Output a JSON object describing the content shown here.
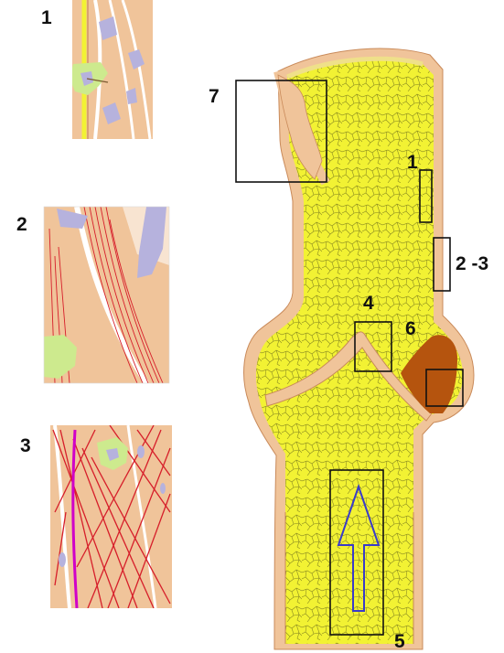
{
  "labels": {
    "inset_1": "1",
    "inset_2": "2",
    "inset_3": "3",
    "region_7": "7",
    "region_1": "1",
    "region_2_3": "2 -3",
    "region_4": "4",
    "region_6": "6",
    "region_5": "5"
  },
  "colors": {
    "cartilage": "#f2f233",
    "cartilage_crack": "#8a8a20",
    "bone_tan": "#f0c49a",
    "bone_edge": "#c98a5a",
    "lavender_cell": "#b6b2dd",
    "green_cell": "#cdea8e",
    "red_fiber": "#d61e2a",
    "magenta_fiber": "#d000c8",
    "ossification_brown": "#b5540e",
    "arrow_blue": "#3a3cc8",
    "frame": "#111111"
  },
  "icons": {
    "growth_arrow": "up-arrow-outline-icon"
  }
}
